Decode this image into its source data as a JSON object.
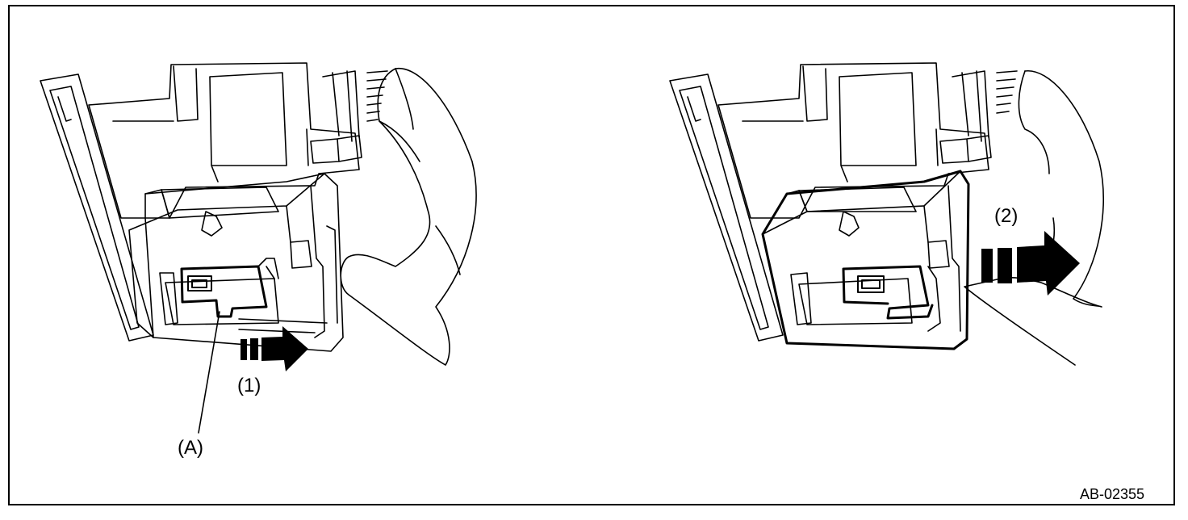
{
  "figure": {
    "labels": {
      "step1": "(1)",
      "step2": "(2)",
      "part_a": "(A)"
    },
    "figure_code": "AB-02355"
  }
}
